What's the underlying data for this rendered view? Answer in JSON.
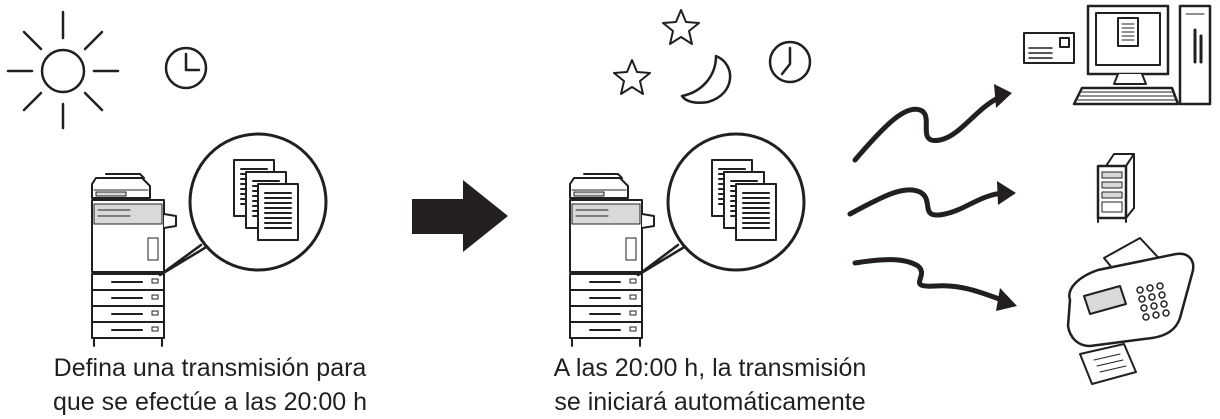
{
  "captions": {
    "left_line1": "Defina una transmisión para",
    "left_line2": "que se efectúe a las 20:00 h",
    "right_line1": "A las 20:00 h, la transmisión",
    "right_line2": "se iniciará automáticamente"
  },
  "icons": {
    "daytime": "sun-icon",
    "clock_day": "clock-icon",
    "nighttime": [
      "moon-icon",
      "star-icon"
    ],
    "clock_night": "clock-icon",
    "arrow": "right-arrow-icon",
    "machine": "multifunction-printer-icon",
    "documents": "document-stack-icon",
    "destinations": [
      "computer-icon",
      "server-icon",
      "fax-machine-icon"
    ]
  },
  "colors": {
    "line": "#231f20",
    "fill": "#ffffff",
    "shade": "#d9d9d9"
  }
}
